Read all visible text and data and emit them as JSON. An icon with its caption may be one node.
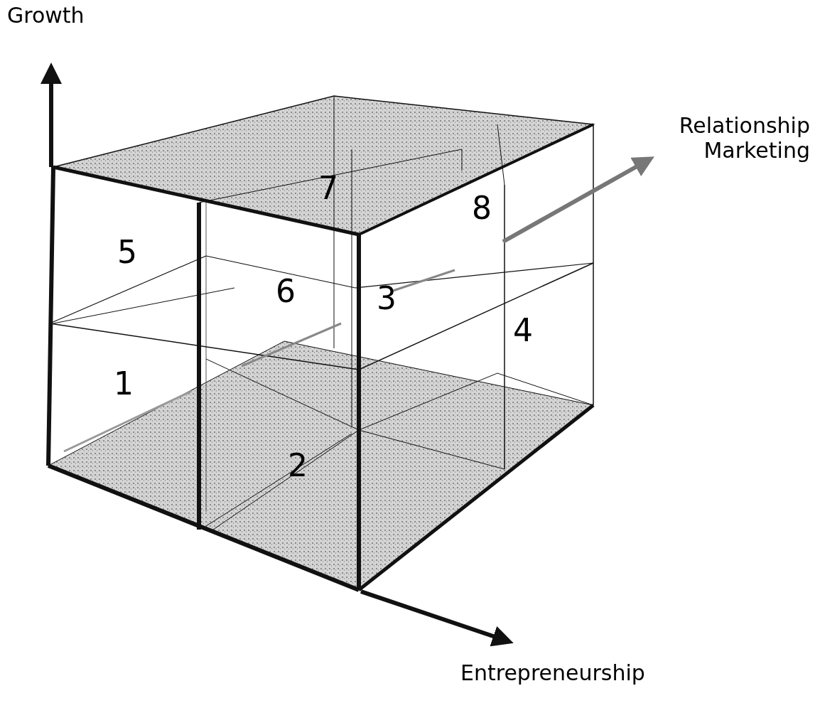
{
  "diagram": {
    "labels": [
      "Growth",
      "Relationship Marketing",
      "7",
      "8",
      "5",
      "6",
      "3",
      "4",
      "1",
      "2",
      "Entrepreneurship"
    ]
  }
}
